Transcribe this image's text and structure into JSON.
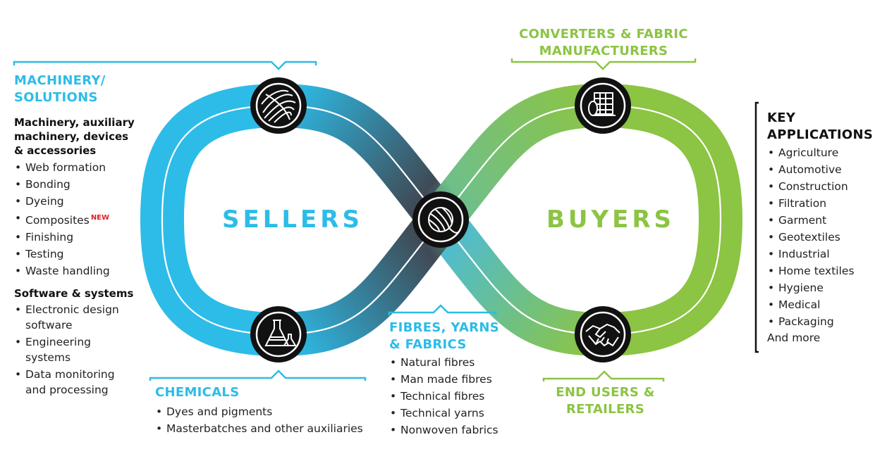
{
  "colors": {
    "blue": "#2dbce8",
    "green": "#8cc443",
    "dark": "#111111"
  },
  "center_labels": {
    "left": "SELLERS",
    "right": "BUYERS"
  },
  "machinery": {
    "title_line1": "MACHINERY/",
    "title_line2": "SOLUTIONS",
    "sub1": "Machinery, auxiliary machinery, devices & accessories",
    "items": [
      "Web formation",
      "Bonding",
      "Dyeing",
      "Composites",
      "Finishing",
      "Testing",
      "Waste handling"
    ],
    "new_badge": "NEW",
    "sub2": "Software & systems",
    "items2": [
      "Electronic design software",
      "Engineering systems",
      "Data monitoring and processing"
    ]
  },
  "chemicals": {
    "title": "CHEMICALS",
    "items": [
      "Dyes and pigments",
      "Masterbatches and other auxiliaries"
    ]
  },
  "fibres": {
    "title_line1": "FIBRES, YARNS",
    "title_line2": "& FABRICS",
    "items": [
      "Natural fibres",
      "Man made fibres",
      "Technical fibres",
      "Technical yarns",
      "Nonwoven fabrics"
    ]
  },
  "converters": {
    "title_line1": "CONVERTERS & FABRIC",
    "title_line2": "MANUFACTURERS"
  },
  "end_users": {
    "title_line1": "END USERS &",
    "title_line2": "RETAILERS"
  },
  "key_applications": {
    "title_line1": "KEY",
    "title_line2": "APPLICATIONS",
    "items": [
      "Agriculture",
      "Automotive",
      "Construction",
      "Filtration",
      "Garment",
      "Geotextiles",
      "Industrial",
      "Home textiles",
      "Hygiene",
      "Medical",
      "Packaging"
    ],
    "footer": "And more"
  },
  "icons": [
    "fibre-ball-icon",
    "fabric-roll-icon",
    "yarn-ball-icon",
    "lab-flask-icon",
    "handshake-icon"
  ]
}
